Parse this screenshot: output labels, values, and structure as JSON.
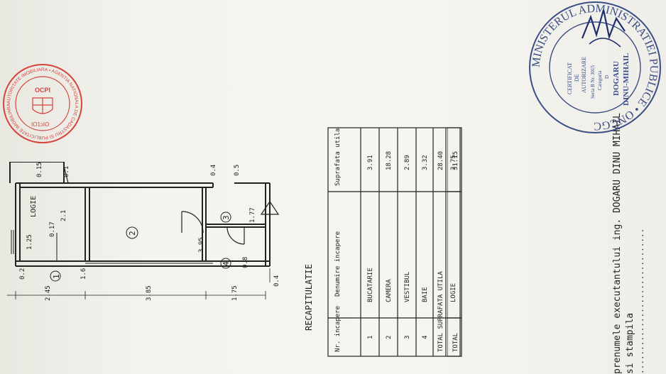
{
  "plan": {
    "dims": {
      "d_0_1": "0.1",
      "d_0_15": "0.15",
      "d_2_1": "2.1",
      "d_0_17": "0.17",
      "d_1_25": "1.25",
      "d_0_2": "0.2",
      "d_2_45": "2.45",
      "d_1_6": "1.6",
      "d_3_85": "3.85",
      "d_3_95": "3.95",
      "d_0_4a": "0.4",
      "d_0_5": "0.5",
      "d_1_77": "1.77",
      "d_0_8": "0.8",
      "d_1_75": "1.75",
      "d_0_4b": "0.4"
    },
    "room_logie": "LOGIE",
    "rooms": [
      "1",
      "2",
      "3",
      "4"
    ]
  },
  "recap": {
    "title": "RECAPITULATIE",
    "headers": [
      "Nr. incapere",
      "Denumire incapere",
      "Suprafata utila [mp]"
    ],
    "rows": [
      {
        "nr": "1",
        "name": "BUCATARIE",
        "area": "3.91"
      },
      {
        "nr": "2",
        "name": "CAMERA",
        "area": "18.28"
      },
      {
        "nr": "3",
        "name": "VESTIBUL",
        "area": "2.89"
      },
      {
        "nr": "4",
        "name": "BAIE",
        "area": "3.32"
      }
    ],
    "total_utila_label": "TOTAL SUPRAFATA UTILA",
    "total_utila_value": "28.40",
    "logie_label": "LOGIE",
    "logie_value": "2.75",
    "total_label": "TOTAL",
    "total_value": "31.15"
  },
  "signature": {
    "line1": "prenumele executantului ing. DOGARU DINU MIHAIL",
    "line2": "si stampila",
    "dots": "..............................."
  },
  "stamp_red": {
    "ring": "AUTORITATE IMOBILIARA • AGENTIA NATIONALA DE CADASTRU SI PUBLICITATE IMOBILIARA BUCURESTI",
    "center": "OCPI",
    "code": "IO1ɔIO"
  },
  "seal_blue": {
    "ring": "MINISTERUL ADMINISTRATIEI PUBLICE • ONCGC",
    "l1": "CERTIFICAT",
    "l2": "DE",
    "l3": "AUTORIZARE",
    "l4": "Seria B Nr. 3015",
    "l5": "Categoria",
    "l6": "D",
    "name1": "DOGARU",
    "name2": "DINU-MIHAIL"
  },
  "colors": {
    "ink": "#222222",
    "stamp_red": "#d6453c",
    "seal_blue": "#3a4d86",
    "paper": "#f4f3ee"
  }
}
